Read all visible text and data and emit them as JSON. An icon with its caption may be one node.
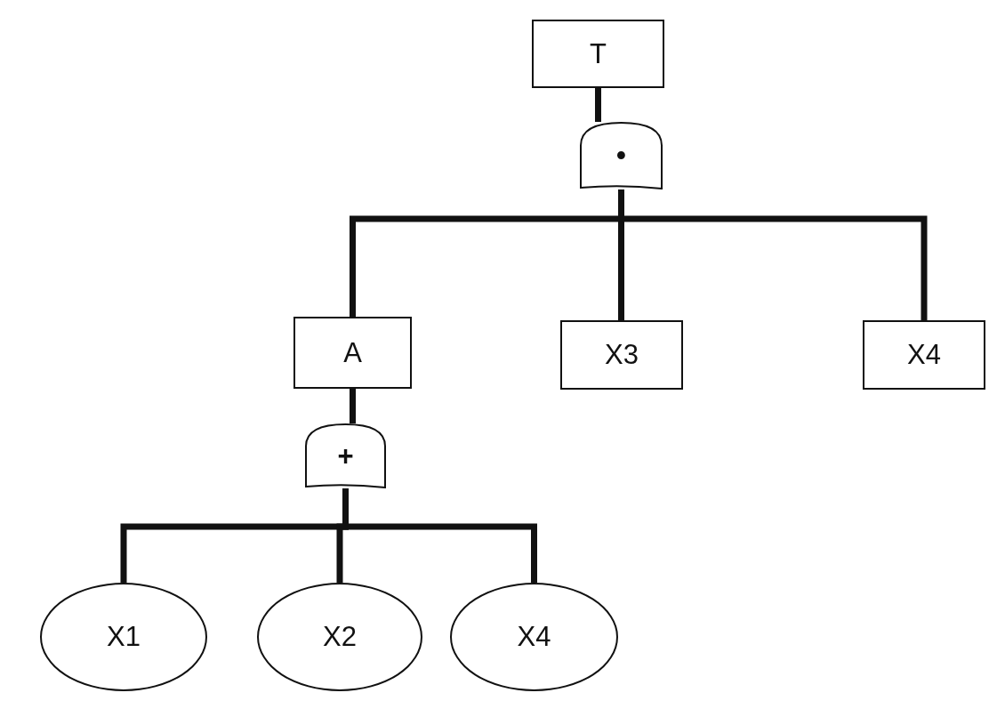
{
  "diagram": {
    "nodes": [
      {
        "text": [
          "T"
        ]
      },
      {
        "text": [
          "•"
        ]
      },
      {
        "text": [
          "A"
        ]
      },
      {
        "text": [
          "X3"
        ]
      },
      {
        "text": [
          "X4"
        ]
      },
      {
        "text": [
          "+"
        ]
      },
      {
        "text": [
          "X1"
        ]
      },
      {
        "text": [
          "X2"
        ]
      },
      {
        "text": [
          "X4"
        ]
      }
    ],
    "edges": [
      {
        "from": 0,
        "to": 1,
        "arrow": "none"
      },
      {
        "from": 1,
        "to": 2,
        "arrow": "none"
      },
      {
        "from": 1,
        "to": 3,
        "arrow": "none"
      },
      {
        "from": 1,
        "to": 4,
        "arrow": "none"
      },
      {
        "from": 2,
        "to": 5,
        "arrow": "none"
      },
      {
        "from": 5,
        "to": 6,
        "arrow": "none"
      },
      {
        "from": 5,
        "to": 7,
        "arrow": "none"
      },
      {
        "from": 5,
        "to": 8,
        "arrow": "none"
      }
    ]
  }
}
